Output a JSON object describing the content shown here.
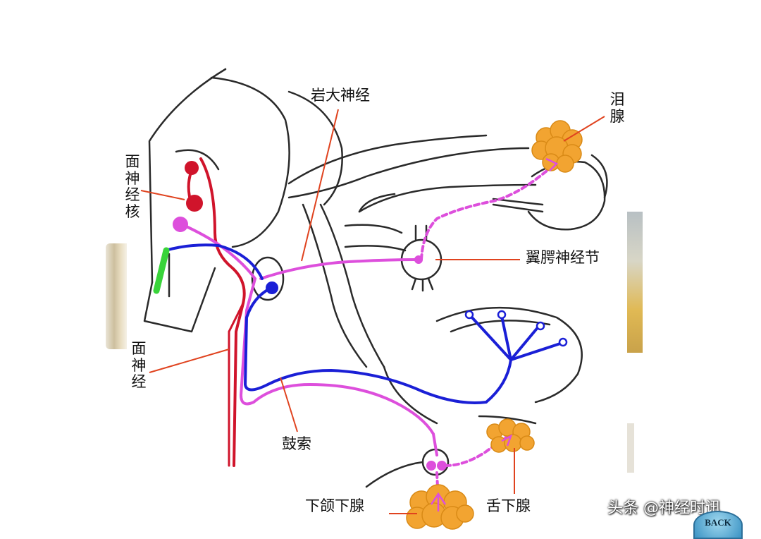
{
  "labels": {
    "greater_petrosal_nerve": "岩大神经",
    "lacrimal_gland": "泪腺",
    "facial_nucleus": "面神经核",
    "pterygopalatine_ganglion": "翼腭神经节",
    "facial_nerve": "面神经",
    "chorda_tympani": "鼓索",
    "submandibular_gland": "下颌下腺",
    "sublingual_gland": "舌下腺"
  },
  "watermark": "头条 @神经时讯",
  "back_button": "BACK",
  "colors": {
    "outline": "#2a2a2a",
    "red_nerve": "#d0142b",
    "magenta_nerve": "#dd4fdc",
    "blue_nerve": "#1a1fd6",
    "green_nucleus": "#39d43a",
    "gland": "#f2a431",
    "pointer": "#e0431f"
  }
}
